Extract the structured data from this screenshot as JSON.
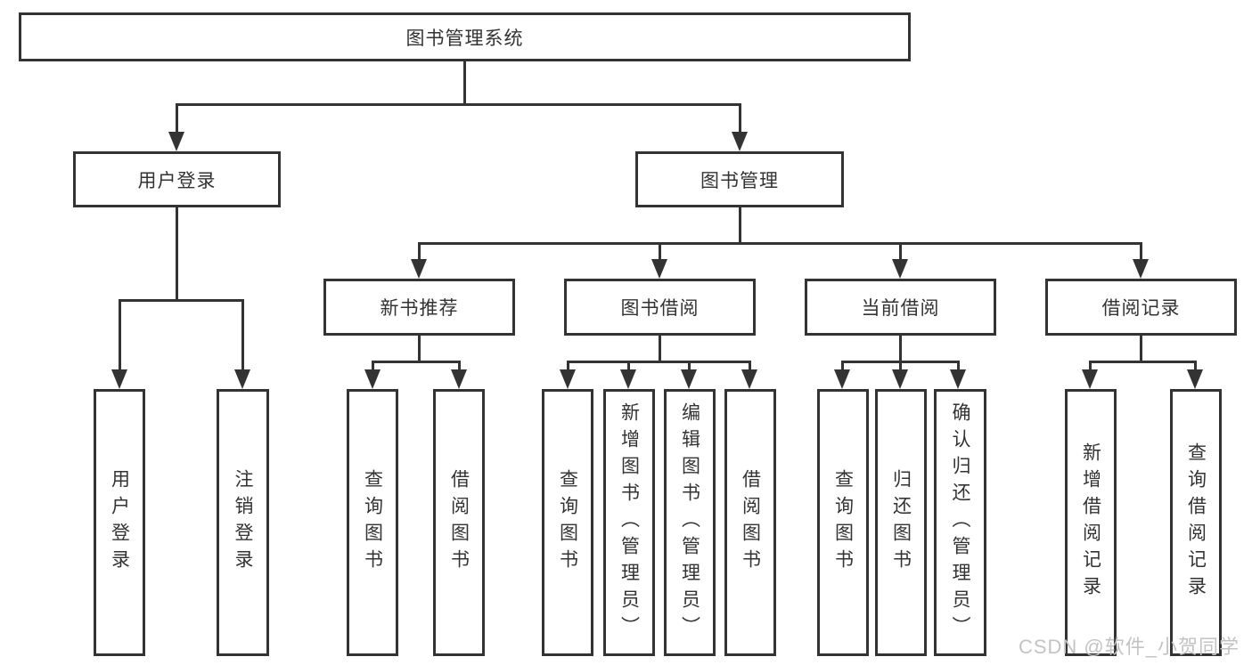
{
  "diagram": {
    "root": {
      "label": "图书管理系统"
    },
    "branches": {
      "user_login": {
        "label": "用户登录",
        "children": [
          {
            "label": "用户登录"
          },
          {
            "label": "注销登录"
          }
        ]
      },
      "book_mgmt": {
        "label": "图书管理",
        "children": [
          {
            "label": "新书推荐",
            "children": [
              {
                "label": "查询图书"
              },
              {
                "label": "借阅图书"
              }
            ]
          },
          {
            "label": "图书借阅",
            "children": [
              {
                "label": "查询图书"
              },
              {
                "label": "新增图书（管理员）"
              },
              {
                "label": "编辑图书（管理员）"
              },
              {
                "label": "借阅图书"
              }
            ]
          },
          {
            "label": "当前借阅",
            "children": [
              {
                "label": "查询图书"
              },
              {
                "label": "归还图书"
              },
              {
                "label": "确认归还（管理员）"
              }
            ]
          },
          {
            "label": "借阅记录",
            "children": [
              {
                "label": "新增借阅记录"
              },
              {
                "label": "查询借阅记录"
              }
            ]
          }
        ]
      }
    }
  },
  "watermark": {
    "text": "CSDN @软件_小贺同学"
  },
  "colors": {
    "line": "#333333",
    "box_border": "#333333",
    "text": "#333333",
    "background": "#ffffff",
    "watermark": "#c3c3c3"
  }
}
